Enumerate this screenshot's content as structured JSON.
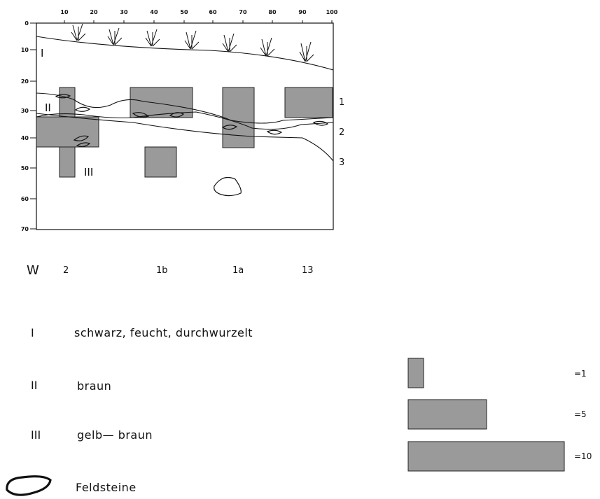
{
  "profile": {
    "x_ticks": [
      "10",
      "20",
      "30",
      "40",
      "50",
      "60",
      "70",
      "80",
      "90",
      "100"
    ],
    "y_ticks": [
      "0",
      "10",
      "20",
      "30",
      "40",
      "50",
      "60",
      "70"
    ],
    "layer_marks": {
      "I": "I",
      "II": "II",
      "III": "III"
    },
    "boundary_numbers": [
      "1",
      "2",
      "3"
    ]
  },
  "section": {
    "direction": "W",
    "labels": [
      "2",
      "1b",
      "1a",
      "13"
    ]
  },
  "legend": {
    "items": [
      {
        "symbol": "I",
        "text": "schwarz, feucht, durchwurzelt"
      },
      {
        "symbol": "II",
        "text": "braun"
      },
      {
        "symbol": "III",
        "text": "gelb— braun"
      }
    ],
    "stone_text": "Feldsteine"
  },
  "scale": {
    "labels": [
      "=1",
      "=5",
      "=10"
    ]
  },
  "colors": {
    "fill": "#9a9a9a",
    "stroke": "#111111"
  }
}
